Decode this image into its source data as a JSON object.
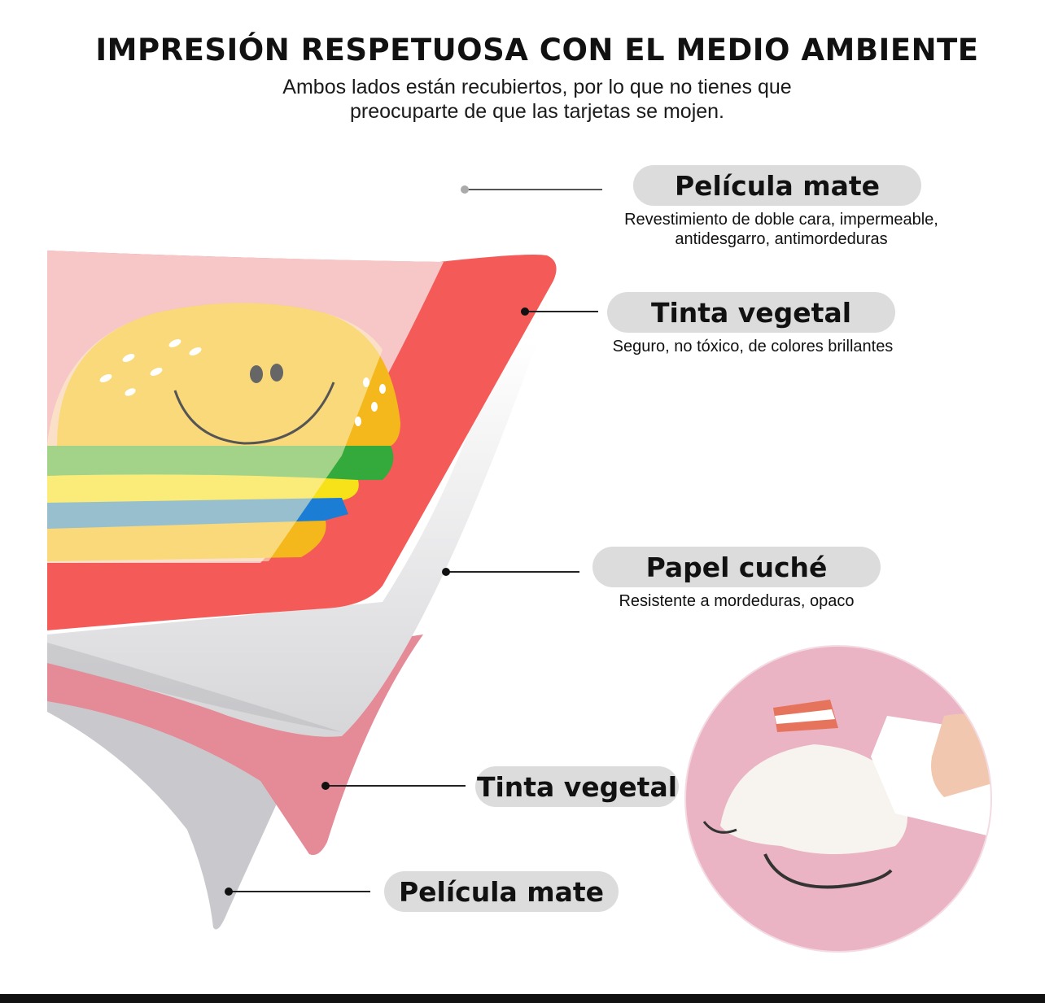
{
  "header": {
    "title": "IMPRESIÓN RESPETUOSA CON EL MEDIO AMBIENTE",
    "subtitle_line1": "Ambos lados están recubiertos, por lo que no tienes que",
    "subtitle_line2": "preocuparte de que las tarjetas se mojen."
  },
  "layers": [
    {
      "label": "Película mate",
      "description_line1": "Revestimiento de doble cara, impermeable,",
      "description_line2": "antidesgarro, antimordeduras"
    },
    {
      "label": "Tinta vegetal",
      "description_line1": "Seguro, no tóxico, de colores brillantes"
    },
    {
      "label": "Papel cuché",
      "description_line1": "Resistente a mordeduras, opaco"
    },
    {
      "label": "Tinta vegetal"
    },
    {
      "label": "Película mate"
    }
  ],
  "colors": {
    "red_layer": "#f45a58",
    "pink_layer": "#f7c7c8",
    "back_pink": "#e58a97",
    "pill_bg": "#dcdcdc",
    "detail_bg": "#eab4c4"
  }
}
